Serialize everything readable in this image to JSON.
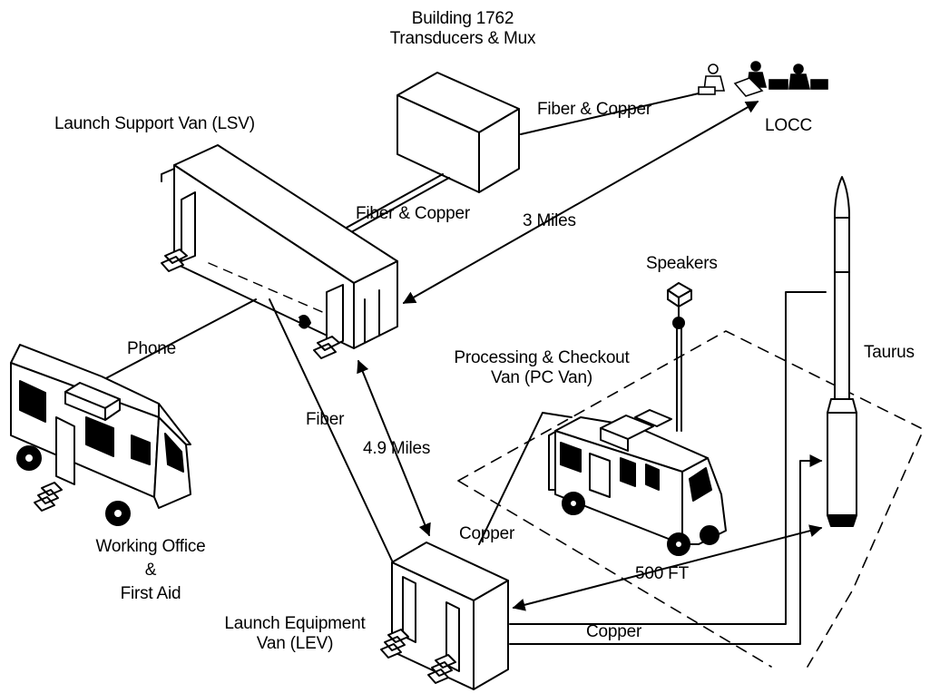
{
  "nodes": {
    "building": {
      "title_line1": "Building 1762",
      "title_line2": "Transducers & Mux"
    },
    "lsv": {
      "label": "Launch Support Van (LSV)"
    },
    "locc": {
      "label": "LOCC"
    },
    "speakers": {
      "label": "Speakers"
    },
    "pc_van": {
      "label_line1": "Processing & Checkout",
      "label_line2": "Van (PC Van)"
    },
    "taurus": {
      "label": "Taurus"
    },
    "office": {
      "label_line1": "Working Office",
      "label_line2": "&",
      "label_line3": "First Aid"
    },
    "lev": {
      "label_line1": "Launch Equipment",
      "label_line2": "Van (LEV)"
    }
  },
  "links": {
    "building_locc": "Fiber & Copper",
    "building_lsv": "Fiber & Copper",
    "lsv_locc": "3 Miles",
    "lsv_office": "Phone",
    "lsv_lev_cable": "Fiber",
    "lsv_lev_distance": "4.9 Miles",
    "pc_lev": "Copper",
    "lev_taurus_distance": "500 FT",
    "lev_taurus_cable": "Copper"
  },
  "colors": {
    "ink": "#000000",
    "background": "#ffffff"
  }
}
